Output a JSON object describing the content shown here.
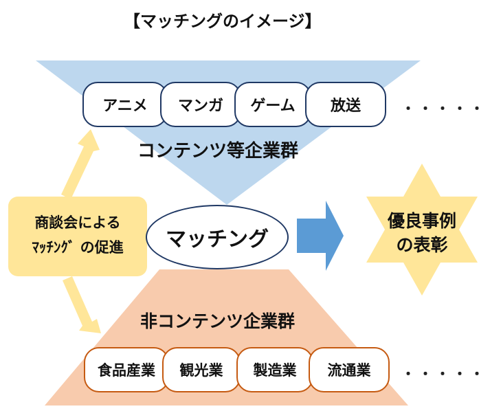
{
  "title": "【マッチングのイメージ】",
  "top_group": {
    "items": [
      "アニメ",
      "マンガ",
      "ゲーム",
      "放送"
    ],
    "ellipsis": "・・・・・",
    "label": "コンテンツ等企業群"
  },
  "bottom_group": {
    "label": "非コンテンツ企業群",
    "items": [
      "食品産業",
      "観光業",
      "製造業",
      "流通業"
    ],
    "ellipsis": "・・・・・"
  },
  "side_box": {
    "line1": "商談会による",
    "line2": "ﾏｯﾁﾝｸﾞ の促進"
  },
  "center": "マッチング",
  "award": {
    "line1": "優良事例",
    "line2": "の表彰"
  },
  "colors": {
    "top_triangle": "#bdd7ee",
    "bottom_trapezoid": "#f8cbad",
    "side_box": "#ffe699",
    "side_arrows": "#ffe699",
    "block_arrow": "#5b9bd5",
    "star": "#ffe699",
    "top_pill_border": "#1f3864",
    "bottom_pill_border": "#c55a11"
  }
}
